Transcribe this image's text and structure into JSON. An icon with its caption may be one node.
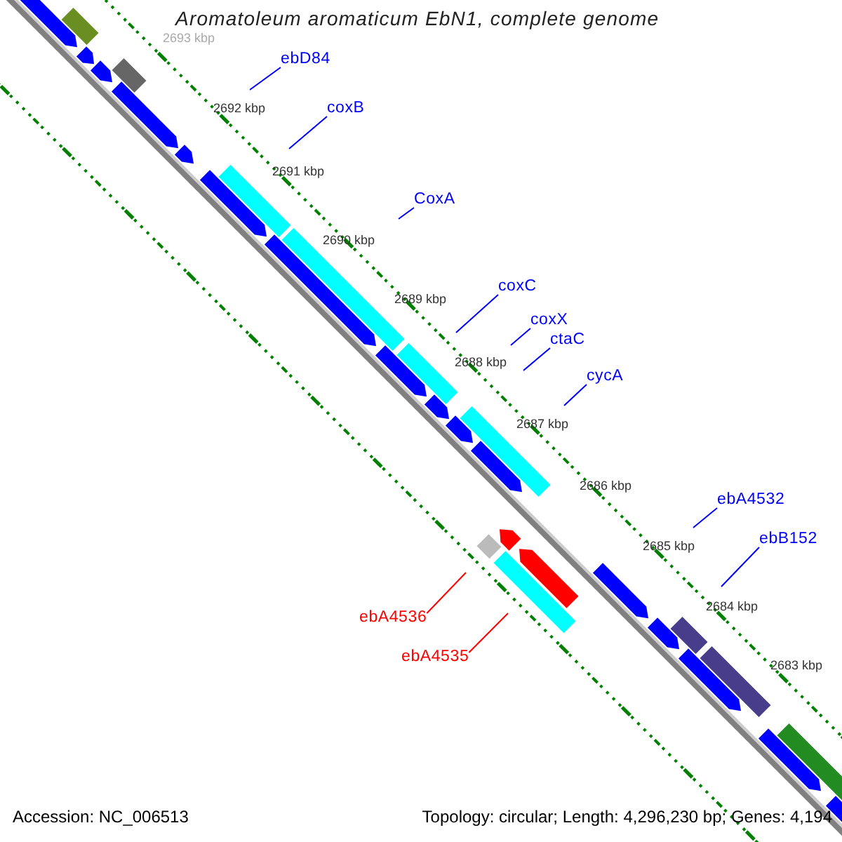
{
  "diagram": {
    "title": "Aromatoleum aromaticum EbN1, complete genome",
    "nodes": [
      {
        "text": [
          "ebD84"
        ]
      },
      {
        "text": [
          "coxB"
        ]
      },
      {
        "text": [
          "CoxA"
        ]
      },
      {
        "text": [
          "coxC"
        ]
      },
      {
        "text": [
          "coxX"
        ]
      },
      {
        "text": [
          "ctaC"
        ]
      },
      {
        "text": [
          "cycA"
        ]
      },
      {
        "text": [
          "ebA4532"
        ]
      },
      {
        "text": [
          "ebB152"
        ]
      },
      {
        "text": [
          "ebA4536"
        ]
      },
      {
        "text": [
          "ebA4535"
        ]
      }
    ],
    "edges": [
      {
        "from": 0,
        "to": null,
        "arrow": "none"
      },
      {
        "from": 1,
        "to": null,
        "arrow": "none"
      },
      {
        "from": 2,
        "to": null,
        "arrow": "none"
      },
      {
        "from": 3,
        "to": null,
        "arrow": "none"
      },
      {
        "from": 4,
        "to": null,
        "arrow": "none"
      },
      {
        "from": 5,
        "to": null,
        "arrow": "none"
      },
      {
        "from": 6,
        "to": null,
        "arrow": "none"
      },
      {
        "from": 7,
        "to": null,
        "arrow": "none"
      },
      {
        "from": 8,
        "to": null,
        "arrow": "none"
      },
      {
        "from": 9,
        "to": null,
        "arrow": "none",
        "color": "#ff0000"
      },
      {
        "from": 10,
        "to": null,
        "arrow": "none",
        "color": "#ff0000"
      }
    ],
    "labels": [
      "2693 kbp",
      "2692 kbp",
      "2691 kbp",
      "2690 kbp",
      "2689 kbp",
      "2688 kbp",
      "2687 kbp",
      "2686 kbp",
      "2685 kbp",
      "2684 kbp",
      "2683 kbp",
      "Accession: NC_006513",
      "Topology: circular; Length: 4,296,230 bp; Genes: 4,194"
    ]
  }
}
